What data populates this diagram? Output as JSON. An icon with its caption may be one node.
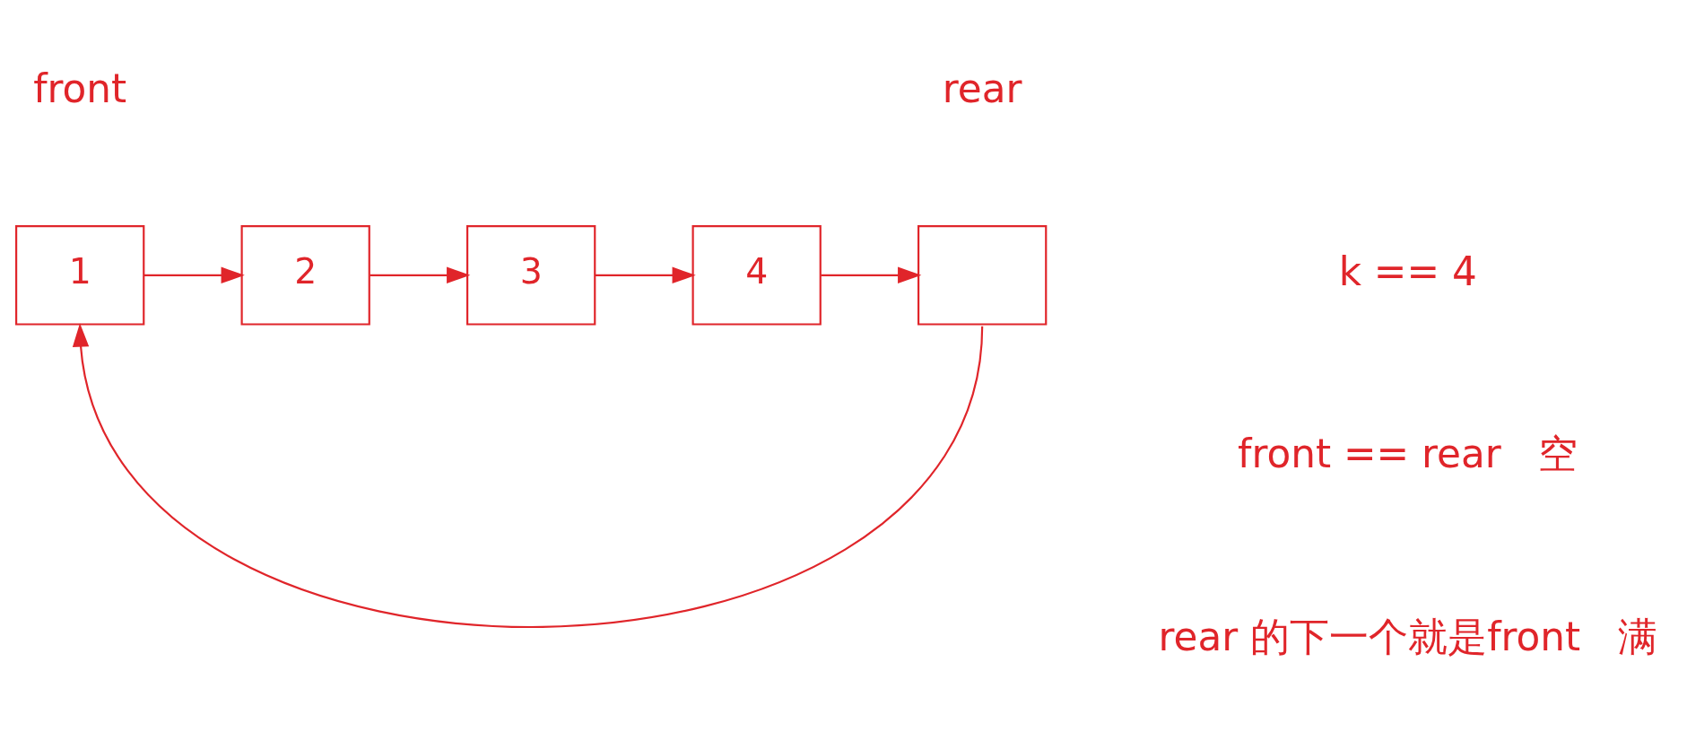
{
  "diagram": {
    "nodes": [
      {
        "text": [
          "1"
        ],
        "beside": [
          "front"
        ]
      },
      {
        "text": [
          "2"
        ]
      },
      {
        "text": [
          "3"
        ]
      },
      {
        "text": [
          "4"
        ]
      },
      {
        "text": [],
        "shape": "box",
        "beside": [
          "rear"
        ]
      }
    ],
    "edges": [
      {
        "from": 0,
        "to": 1,
        "arrow": "to"
      },
      {
        "from": 1,
        "to": 2,
        "arrow": "to"
      },
      {
        "from": 2,
        "to": 3,
        "arrow": "to"
      },
      {
        "from": 3,
        "to": 4,
        "arrow": "to"
      },
      {
        "from": 4,
        "to": 0,
        "arrow": "to"
      }
    ],
    "labels": [
      "k == 4",
      "front == rear   空",
      "rear 的下一个就是front   满"
    ]
  }
}
